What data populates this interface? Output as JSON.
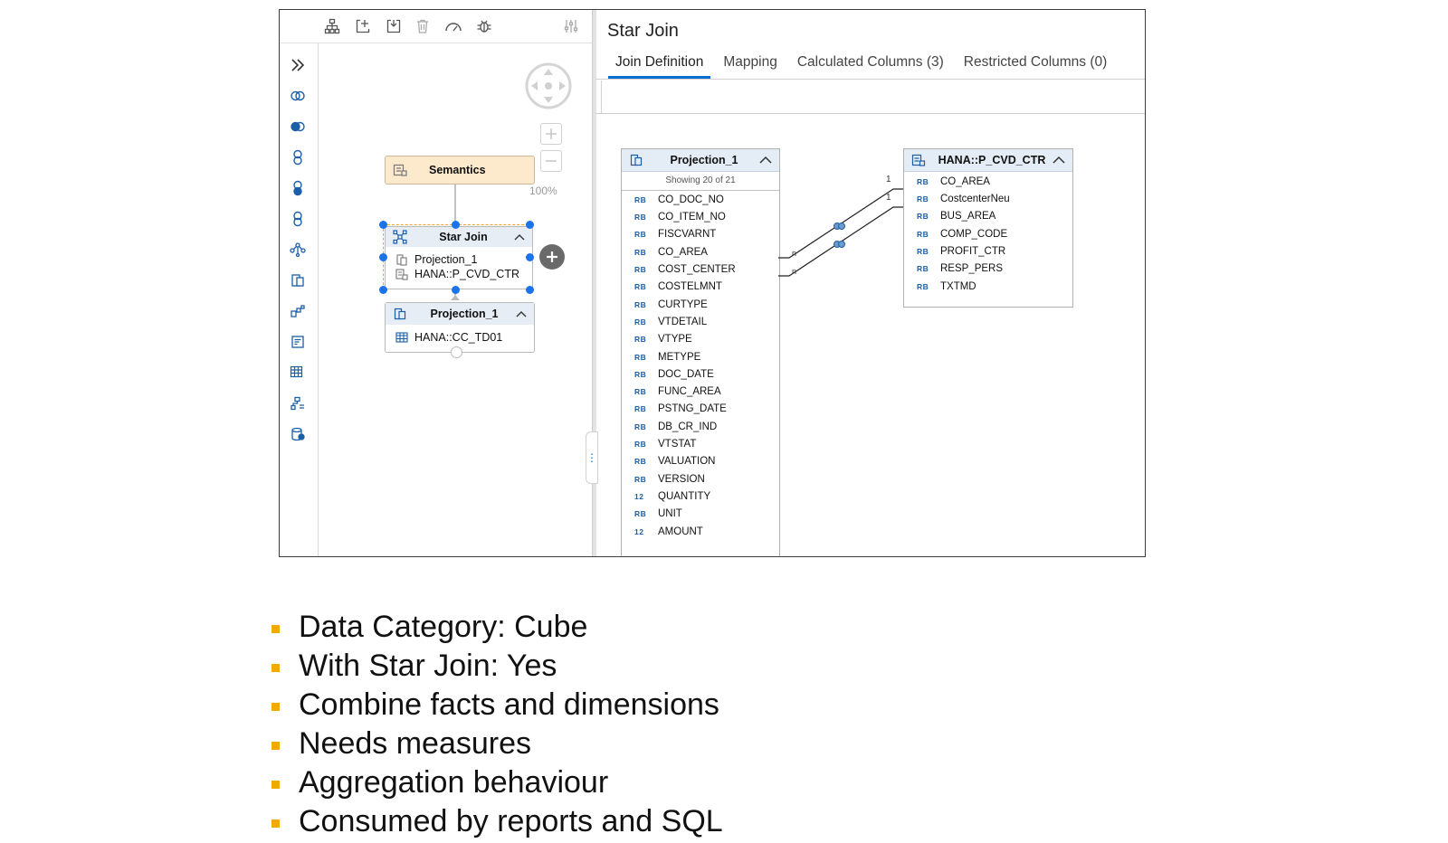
{
  "canvas": {
    "zoom_label": "100%",
    "nodes": {
      "semantics": {
        "label": "Semantics"
      },
      "star_join": {
        "label": "Star Join",
        "children": [
          "Projection_1",
          "HANA::P_CVD_CTR"
        ]
      },
      "projection": {
        "label": "Projection_1",
        "children": [
          "HANA::CC_TD01"
        ]
      }
    }
  },
  "details": {
    "title": "Star Join",
    "tabs": [
      {
        "label": "Join Definition",
        "active": true
      },
      {
        "label": "Mapping"
      },
      {
        "label": "Calculated Columns (3)"
      },
      {
        "label": "Restricted Columns (0)"
      }
    ],
    "left_table": {
      "name": "Projection_1",
      "subtitle": "Showing 20 of 21",
      "columns": [
        {
          "type": "RB",
          "name": "CO_DOC_NO"
        },
        {
          "type": "RB",
          "name": "CO_ITEM_NO"
        },
        {
          "type": "RB",
          "name": "FISCVARNT"
        },
        {
          "type": "RB",
          "name": "CO_AREA"
        },
        {
          "type": "RB",
          "name": "COST_CENTER"
        },
        {
          "type": "RB",
          "name": "COSTELMNT"
        },
        {
          "type": "RB",
          "name": "CURTYPE"
        },
        {
          "type": "RB",
          "name": "VTDETAIL"
        },
        {
          "type": "RB",
          "name": "VTYPE"
        },
        {
          "type": "RB",
          "name": "METYPE"
        },
        {
          "type": "RB",
          "name": "DOC_DATE"
        },
        {
          "type": "RB",
          "name": "FUNC_AREA"
        },
        {
          "type": "RB",
          "name": "PSTNG_DATE"
        },
        {
          "type": "RB",
          "name": "DB_CR_IND"
        },
        {
          "type": "RB",
          "name": "VTSTAT"
        },
        {
          "type": "RB",
          "name": "VALUATION"
        },
        {
          "type": "RB",
          "name": "VERSION"
        },
        {
          "type": "12",
          "name": "QUANTITY"
        },
        {
          "type": "RB",
          "name": "UNIT"
        },
        {
          "type": "12",
          "name": "AMOUNT"
        }
      ]
    },
    "right_table": {
      "name": "HANA::P_CVD_CTR",
      "columns": [
        {
          "type": "RB",
          "name": "CO_AREA"
        },
        {
          "type": "RB",
          "name": "CostcenterNeu"
        },
        {
          "type": "RB",
          "name": "BUS_AREA"
        },
        {
          "type": "RB",
          "name": "COMP_CODE"
        },
        {
          "type": "RB",
          "name": "PROFIT_CTR"
        },
        {
          "type": "RB",
          "name": "RESP_PERS"
        },
        {
          "type": "RB",
          "name": "TXTMD"
        }
      ]
    },
    "joins": [
      {
        "left_label": "n",
        "right_label": "1"
      },
      {
        "left_label": "n",
        "right_label": "1"
      }
    ]
  },
  "bullets": [
    "Data Category: Cube",
    "With Star Join: Yes",
    "Combine facts and dimensions",
    "Needs measures",
    "Aggregation behaviour",
    "Consumed by reports and SQL"
  ],
  "colors": {
    "accent": "#0a6ed1",
    "bullet": "#f0ab00",
    "semantics_bg": "#fde9cc",
    "table_header_bg": "#e4ecf5"
  }
}
